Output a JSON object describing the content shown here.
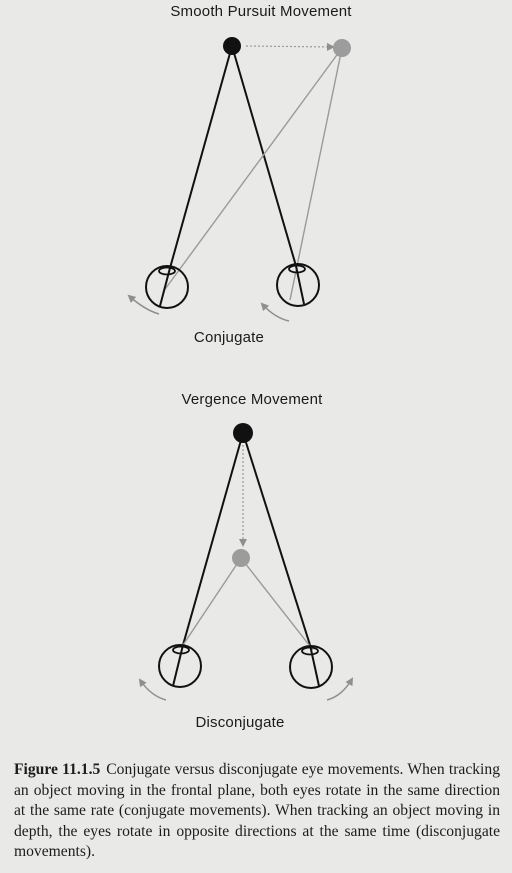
{
  "panels": {
    "top_title": "Smooth Pursuit Movement",
    "top_label": "Conjugate",
    "bottom_title": "Vergence Movement",
    "bottom_label": "Disconjugate"
  },
  "caption": {
    "label": "Figure 11.1.5",
    "text": "Conjugate versus disconjugate eye movements. When tracking an object moving in the frontal plane, both eyes rotate in the same direction at the same rate (conjugate movements). When tracking an object moving in depth, the eyes rotate in opposite directions at the same time (disconjugate movements)."
  },
  "colors": {
    "background": "#e9e9e7",
    "line_dark": "#111111",
    "line_gray": "#9a9a9a",
    "target_gray": "#9c9c9c"
  }
}
